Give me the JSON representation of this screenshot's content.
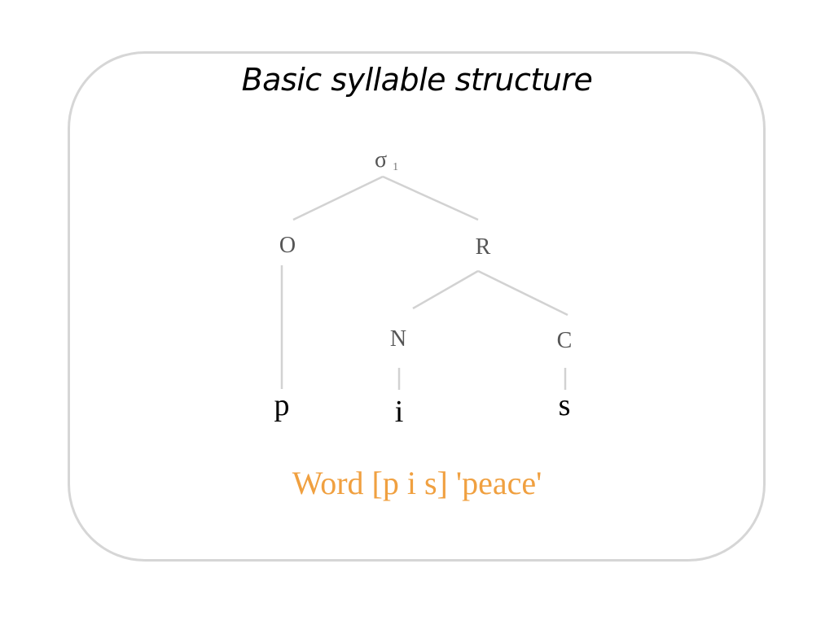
{
  "title": "Basic syllable structure",
  "caption": "Word [p i s] 'peace'",
  "colors": {
    "frame_border": "#d6d6d6",
    "edge": "#d2d2d2",
    "node_text": "#555555",
    "leaf_text": "#000000",
    "caption": "#f0a040"
  },
  "tree": {
    "root": {
      "symbol": "σ",
      "subscript": "1"
    },
    "onset": "O",
    "rhyme": "R",
    "nucleus": "N",
    "coda": "C",
    "segments": [
      "p",
      "i",
      "s"
    ]
  }
}
